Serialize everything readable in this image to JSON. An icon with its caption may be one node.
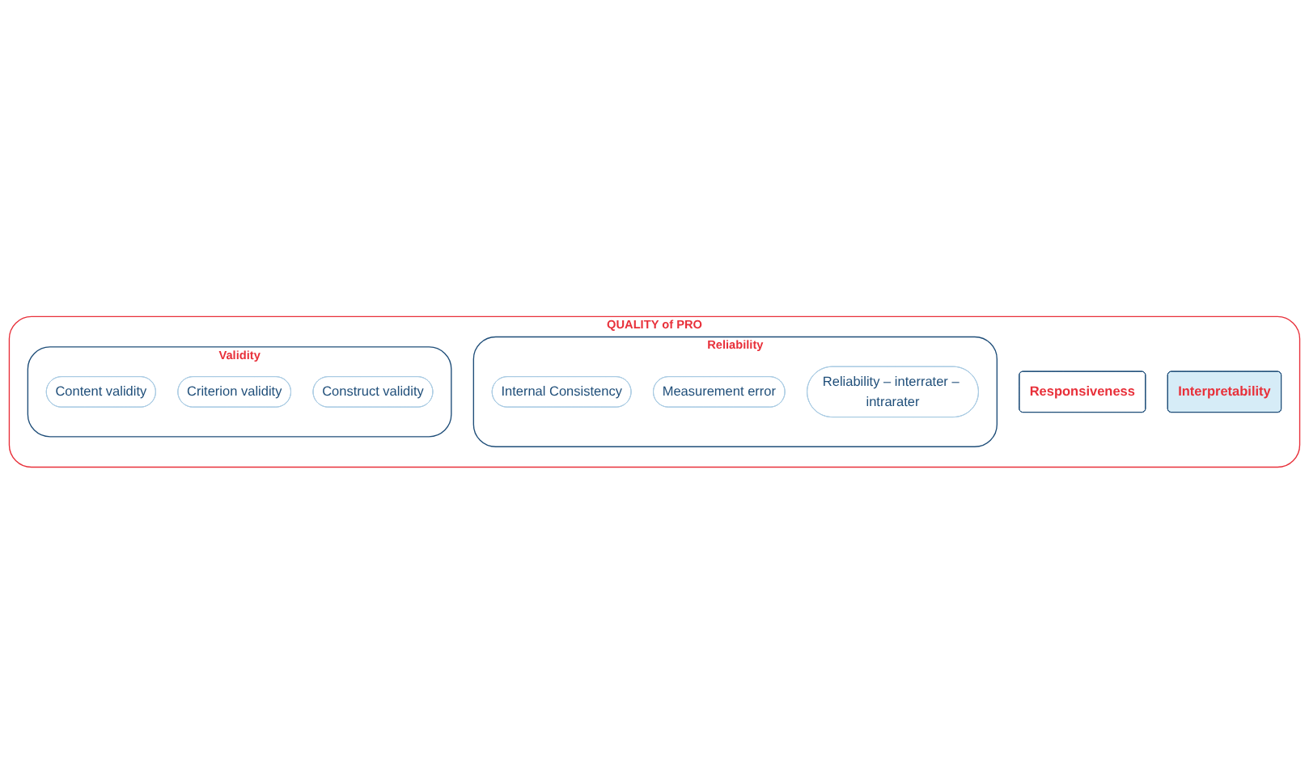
{
  "diagram": {
    "nodes": [
      {
        "text": [
          "QUALITY of PRO"
        ]
      },
      {
        "text": [
          "Reliability"
        ],
        "in": 0
      },
      {
        "text": [
          "Internal Consistency"
        ],
        "in": 1
      },
      {
        "text": [
          "Measurement error"
        ],
        "in": 1
      },
      {
        "text": [
          "Reliability – interrater – intrarater"
        ],
        "in": 1
      },
      {
        "text": [
          "Validity"
        ],
        "in": 0
      },
      {
        "text": [
          "Content validity"
        ],
        "in": 5
      },
      {
        "text": [
          "Criterion validity"
        ],
        "in": 5
      },
      {
        "text": [
          "Construct validity"
        ],
        "in": 5
      },
      {
        "text": [
          "Responsiveness"
        ],
        "in": 0
      },
      {
        "text": [
          "Interpretability"
        ],
        "in": 0
      }
    ],
    "edges": []
  }
}
